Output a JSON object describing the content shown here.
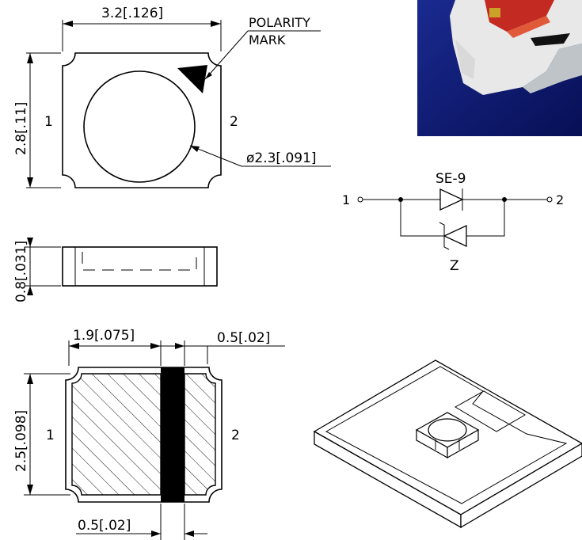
{
  "top_view": {
    "width_dim": "3.2[.126]",
    "height_dim": "2.8[.11]",
    "pin_left": "1",
    "pin_right": "2",
    "polarity_line1": "POLARITY",
    "polarity_line2": "MARK",
    "lens_dim": "ø2.3[.091]"
  },
  "side_view": {
    "height_dim": "0.8[.031]"
  },
  "pad_layout": {
    "width_dim": "1.9[.075]",
    "gap_dim": "0.5[.02]",
    "height_dim": "2.5[.098]",
    "pin_left": "1",
    "pin_right": "2",
    "bottom_dim": "0.5[.02]"
  },
  "schematic": {
    "diode_label": "SE-9",
    "zener_label": "Z",
    "pin_left": "1",
    "pin_right": "2"
  },
  "colors": {
    "ink": "#000000",
    "photo_background": "#0b1a7a",
    "package_white": "#eeeeee",
    "chip_red": "#b22222"
  }
}
